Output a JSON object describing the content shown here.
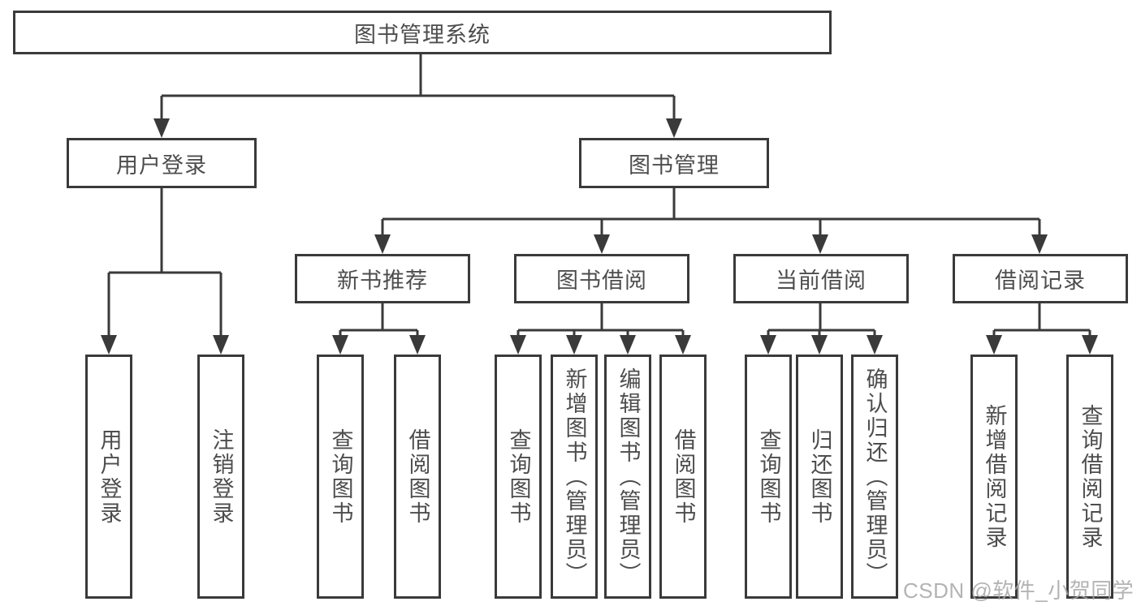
{
  "tree": {
    "root": {
      "label": "图书管理系统",
      "children": [
        {
          "label": "用户登录",
          "children": [
            {
              "label": "用户登录"
            },
            {
              "label": "注销登录"
            }
          ]
        },
        {
          "label": "图书管理",
          "children": [
            {
              "label": "新书推荐",
              "children": [
                {
                  "label": "查询图书"
                },
                {
                  "label": "借阅图书"
                }
              ]
            },
            {
              "label": "图书借阅",
              "children": [
                {
                  "label": "查询图书"
                },
                {
                  "label": "新增图书（管理员）"
                },
                {
                  "label": "编辑图书（管理员）"
                },
                {
                  "label": "借阅图书"
                }
              ]
            },
            {
              "label": "当前借阅",
              "children": [
                {
                  "label": "查询图书"
                },
                {
                  "label": "归还图书"
                },
                {
                  "label": "确认归还（管理员）"
                }
              ]
            },
            {
              "label": "借阅记录",
              "children": [
                {
                  "label": "新增借阅记录"
                },
                {
                  "label": "查询借阅记录"
                }
              ]
            }
          ]
        }
      ]
    }
  },
  "watermark": "CSDN @软件_小贺同学",
  "colors": {
    "line": "#3a3a3a",
    "text": "#4d4d4d",
    "background": "#ffffff",
    "watermark": "#a6a6a6"
  }
}
